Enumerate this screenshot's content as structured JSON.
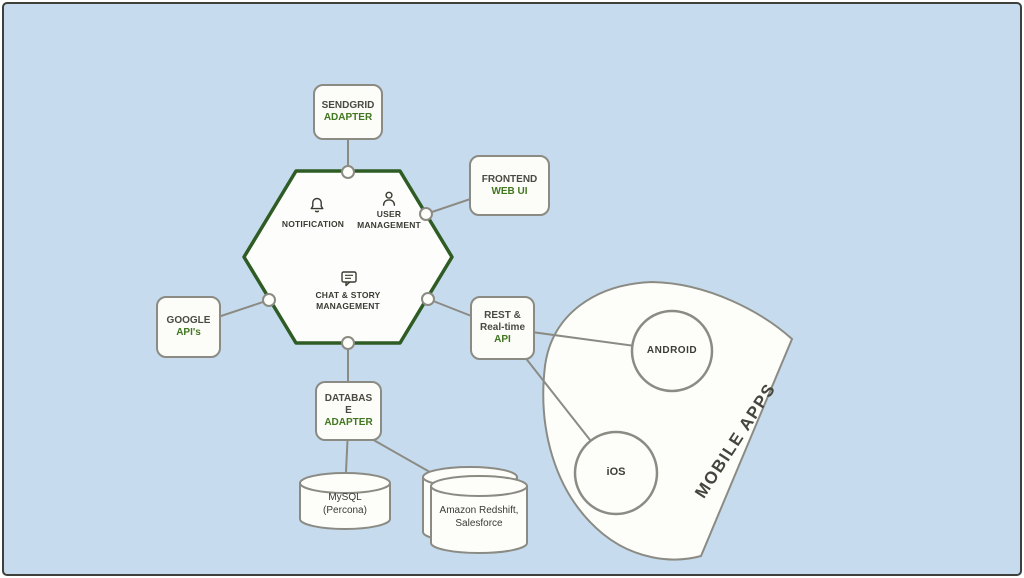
{
  "diagram": {
    "hexagon": {
      "notification_label": "NOTIFICATION",
      "user_label_1": "USER",
      "user_label_2": "MANAGEMENT",
      "chat_label_1": "CHAT & STORY",
      "chat_label_2": "MANAGEMENT"
    },
    "nodes": {
      "sendgrid": {
        "title": "SENDGRID",
        "subtitle": "ADAPTER"
      },
      "frontend": {
        "title": "FRONTEND",
        "subtitle": "WEB UI"
      },
      "google": {
        "title": "GOOGLE",
        "subtitle": "API's"
      },
      "rest_api": {
        "title": "REST &",
        "title2": "Real-time",
        "subtitle": "API"
      },
      "database_adapter": {
        "title": "DATABAS",
        "title2": "E",
        "subtitle": "ADAPTER"
      }
    },
    "datastores": {
      "mysql": {
        "line1": "MySQL",
        "line2": "(Percona)"
      },
      "redshift": {
        "line1": "Amazon Redshift,",
        "line2": "Salesforce"
      }
    },
    "mobile": {
      "label": "MOBILE APPS",
      "android": "ANDROID",
      "ios": "iOS"
    },
    "icons": {
      "notification": "bell-icon",
      "user": "person-icon",
      "chat": "chat-bubble-icon"
    },
    "colors": {
      "background": "#c6dcee",
      "hexagon_border": "#2e5c24",
      "accent_green": "#41771f",
      "line_gray": "#8b8b84",
      "text_dark": "#4a4a42"
    }
  }
}
